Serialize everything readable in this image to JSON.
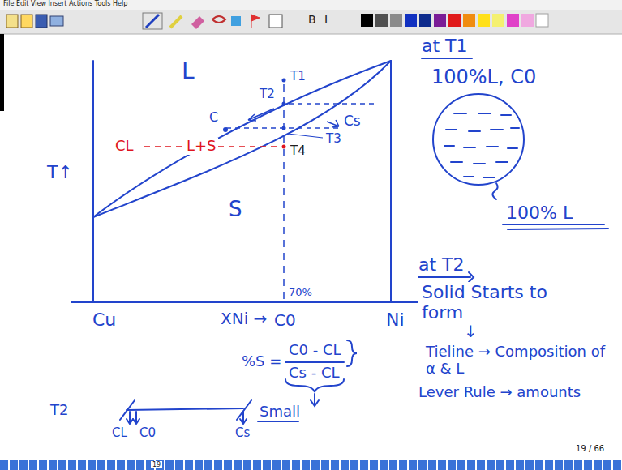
{
  "diagram": {
    "labels": [
      "File Edit View Insert Actions Tools Help",
      "B",
      "I",
      "L",
      "T1",
      "T2",
      "C",
      "Cs",
      "T3",
      "CL",
      "L+S",
      "T4",
      "T↑",
      "S",
      "70%",
      "Cu",
      "XNi →",
      "C0",
      "Ni",
      "at T1",
      "100%L, C0",
      "100% L",
      "at T2",
      "Solid Starts to form",
      "↓",
      "Tieline → Composition of α & L",
      "Lever Rule → amounts",
      "%S =",
      "C0 - CL",
      "Cs - CL",
      "Small",
      "T2",
      "CL",
      "C0",
      "Cs",
      "19 / 66",
      "19"
    ]
  }
}
